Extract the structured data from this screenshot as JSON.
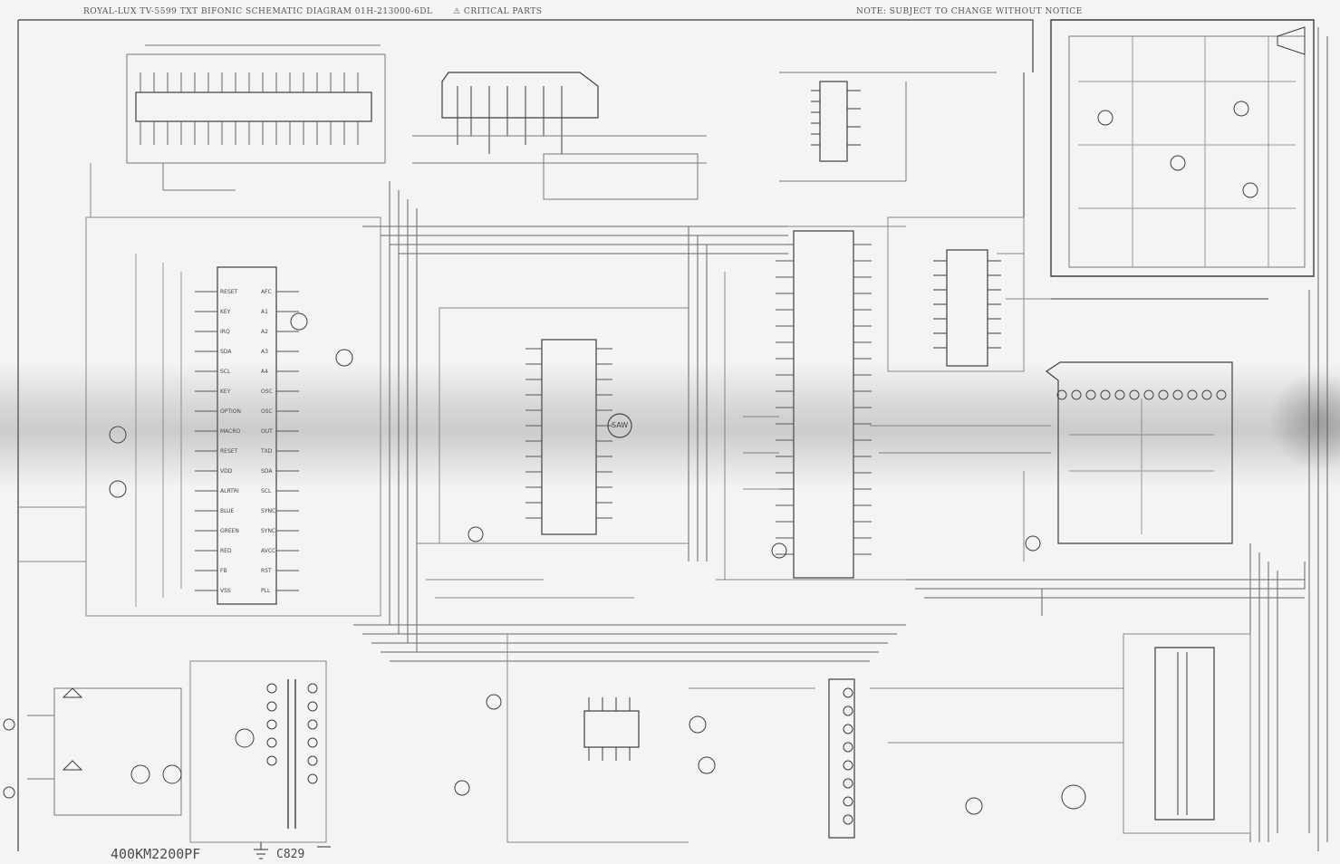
{
  "header": {
    "title": "ROYAL-LUX TV-5599 TXT BIFONIC SCHEMATIC DIAGRAM 01H-213000-6DL",
    "critical": "⚠ CRITICAL PARTS",
    "note": "NOTE: SUBJECT TO CHANGE WITHOUT NOTICE"
  },
  "annotations": {
    "handwritten_1": "400KM2200PF",
    "handwritten_2": "C829"
  },
  "labels": {
    "saw": "SAW",
    "ic_main_pins_left": [
      "RESET",
      "KEY",
      "IRQ",
      "SDA",
      "SCL",
      "KEY",
      "OPTION",
      "MACRO",
      "RESET",
      "VDD",
      "ALRTRI",
      "BLUE",
      "GREEN",
      "RED",
      "FB",
      "VSS"
    ],
    "ic_main_pins_right": [
      "AFC",
      "A1",
      "A2",
      "A3",
      "A4",
      "OSC",
      "OSC",
      "OUT",
      "TXD",
      "SDA",
      "SCL",
      "SYNC",
      "SYNC",
      "AVCC",
      "RST",
      "PLL"
    ]
  },
  "colors": {
    "paper": "#f4f4f2",
    "ink": "#3a3a3a",
    "faint": "#8a8a8a"
  }
}
